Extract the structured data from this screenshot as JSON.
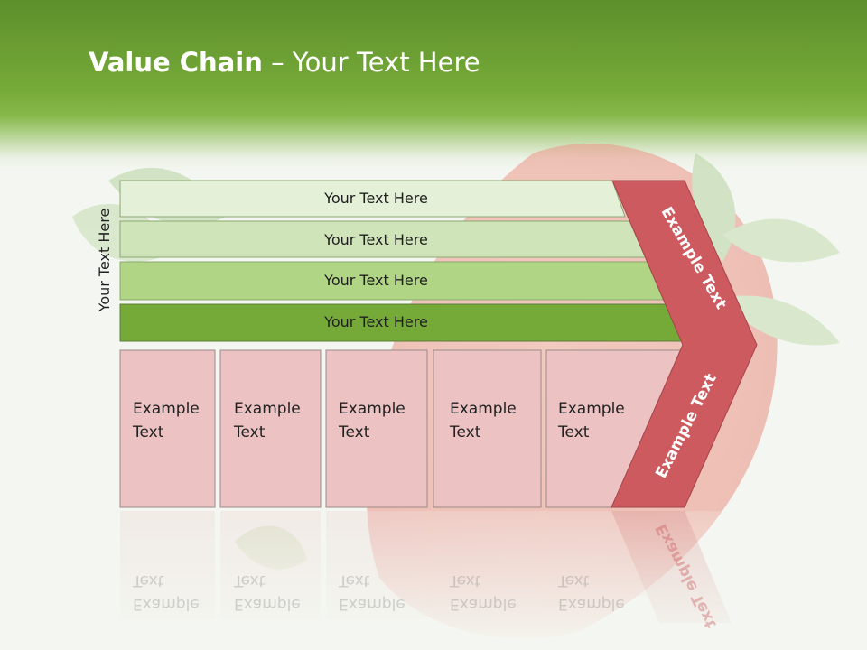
{
  "title": {
    "bold": "Value Chain",
    "rest": " – Your Text Here"
  },
  "side_label": "Your Text Here",
  "support_bars": [
    {
      "label": "Your Text Here",
      "color": "#e4f0d8"
    },
    {
      "label": "Your Text Here",
      "color": "#cfe4b8"
    },
    {
      "label": "Your Text Here",
      "color": "#b0d584"
    },
    {
      "label": "Your Text Here",
      "color": "#76aa38"
    }
  ],
  "primary_boxes": [
    {
      "line1": "Example",
      "line2": "Text"
    },
    {
      "line1": "Example",
      "line2": "Text"
    },
    {
      "line1": "Example",
      "line2": "Text"
    },
    {
      "line1": "Example",
      "line2": "Text"
    },
    {
      "line1": "Example",
      "line2": "Text"
    }
  ],
  "chevron": {
    "upper_label": "Example Text",
    "lower_label": "Example Text",
    "color": "#cc5a5e"
  },
  "colors": {
    "header_green": "#76aa38",
    "box_pink": "#ecc2c3"
  }
}
